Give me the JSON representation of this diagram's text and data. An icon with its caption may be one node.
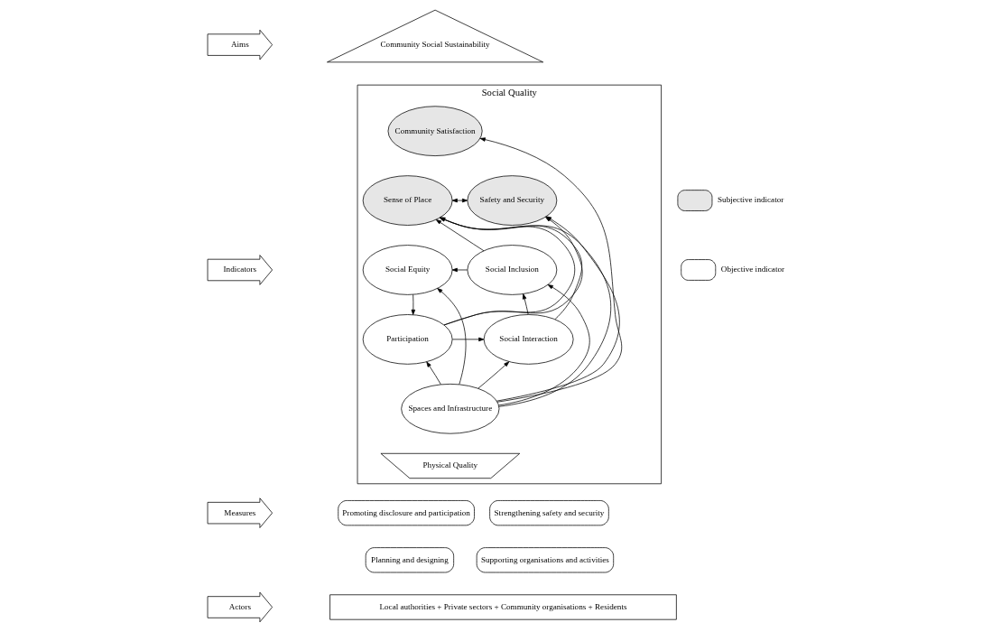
{
  "diagram": {
    "nodes": [
      {
        "text": [
          "Aims"
        ]
      },
      {
        "text": [
          "Community Social Sustainability"
        ]
      },
      {
        "text": [
          "Indicators"
        ]
      },
      {
        "text": [
          "Social Quality"
        ]
      },
      {
        "text": [
          "Community Satisfaction"
        ],
        "in": 3
      },
      {
        "text": [
          "Sense of Place"
        ],
        "in": 3
      },
      {
        "text": [
          "Safety and Security"
        ],
        "in": 3
      },
      {
        "text": [
          "Social Equity"
        ],
        "in": 3
      },
      {
        "text": [
          "Social Inclusion"
        ],
        "in": 3
      },
      {
        "text": [
          "Participation"
        ],
        "in": 3
      },
      {
        "text": [
          "Social Interaction"
        ],
        "in": 3
      },
      {
        "text": [
          "Spaces and Infrastructure"
        ],
        "in": 3
      },
      {
        "text": [
          "Physical Quality"
        ],
        "in": 3
      },
      {
        "text": [
          "Measures"
        ]
      },
      {
        "text": [
          "Promoting disclosure and participation"
        ]
      },
      {
        "text": [
          "Planning and designing"
        ]
      },
      {
        "text": [
          "Supporting organisations and activities"
        ]
      },
      {
        "text": [
          "Strengthening safety and security"
        ]
      },
      {
        "text": [
          "Actors"
        ]
      },
      {
        "text": [
          "Local authorities + Private sectors + Community organisations + Residents"
        ]
      }
    ],
    "edges": [
      {
        "from": 11,
        "to": 4,
        "arrow": "to"
      },
      {
        "from": 11,
        "to": 5,
        "arrow": "to"
      },
      {
        "from": 11,
        "to": 6,
        "arrow": "to"
      },
      {
        "from": 11,
        "to": 7,
        "arrow": "to"
      },
      {
        "from": 11,
        "to": 8,
        "arrow": "to"
      },
      {
        "from": 11,
        "to": 9,
        "arrow": "to"
      },
      {
        "from": 11,
        "to": 10,
        "arrow": "to"
      },
      {
        "from": 9,
        "to": 5,
        "arrow": "to"
      },
      {
        "from": 9,
        "to": 6,
        "arrow": "to"
      },
      {
        "from": 9,
        "to": 10,
        "arrow": "to"
      },
      {
        "from": 7,
        "to": 9,
        "arrow": "to"
      },
      {
        "from": 5,
        "to": 6,
        "arrow": "both"
      },
      {
        "from": 8,
        "to": 7,
        "arrow": "to"
      },
      {
        "from": 10,
        "to": 8,
        "arrow": "to"
      },
      {
        "from": 10,
        "to": 5,
        "arrow": "to"
      },
      {
        "from": 8,
        "to": 5,
        "arrow": "to"
      }
    ],
    "legend": [
      {
        "text": "Subjective indicator"
      },
      {
        "text": "Objective indicator"
      }
    ]
  }
}
